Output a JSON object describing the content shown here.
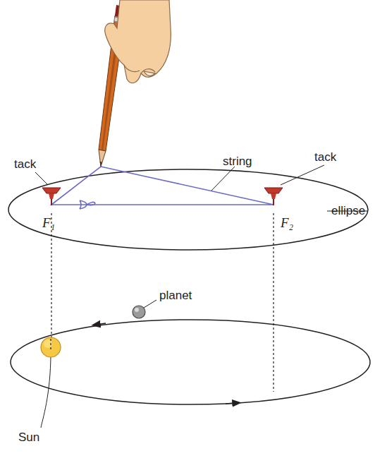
{
  "diagram": {
    "labels": [
      "tack",
      "string",
      "tack",
      "F₁",
      "F₂",
      "ellipse",
      "planet",
      "Sun"
    ]
  }
}
